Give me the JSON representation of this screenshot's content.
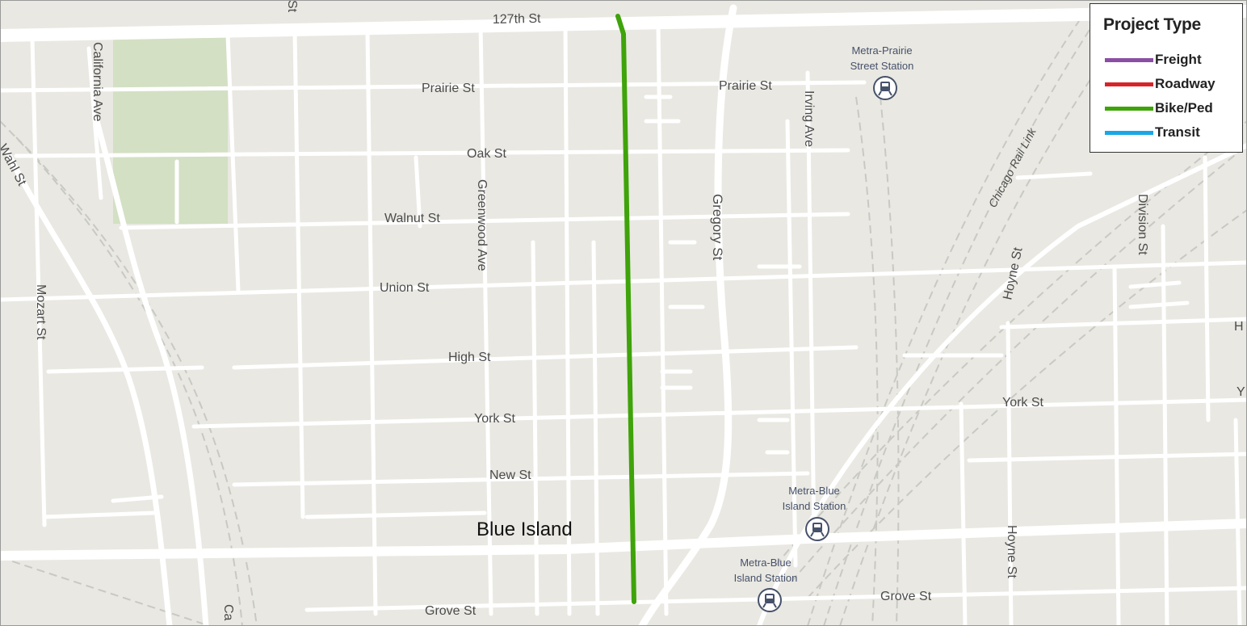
{
  "map": {
    "place_label": "Blue Island",
    "streets": {
      "s127th": "127th St",
      "prairie_west": "Prairie St",
      "prairie_east": "Prairie St",
      "oak": "Oak St",
      "walnut": "Walnut St",
      "union": "Union St",
      "high": "High St",
      "york_west": "York St",
      "york_east": "York St",
      "new": "New St",
      "grove_west": "Grove St",
      "grove_east": "Grove St",
      "california": "California Ave",
      "greenwood": "Greenwood Ave",
      "gregory": "Gregory St",
      "irving": "Irving Ave",
      "hoyne_north": "Hoyne St",
      "hoyne_south": "Hoyne St",
      "division": "Division St",
      "mozart": "Mozart St",
      "wahl": "Wahl St",
      "chicago_rail_link": "Chicago Rail Link",
      "partial_st_top": "St",
      "partial_ca": "Ca",
      "partial_h": "H",
      "partial_y": "Y"
    },
    "stations": [
      {
        "line1": "Metra-Prairie",
        "line2": "Street Station"
      },
      {
        "line1": "Metra-Blue",
        "line2": "Island Station"
      },
      {
        "line1": "Metra-Blue",
        "line2": "Island Station"
      }
    ],
    "colors": {
      "background": "#e9e8e2",
      "street": "#ffffff",
      "park": "#d3e0c3",
      "rail": "#c9c9c4",
      "project_bike_ped": "#3fa30a",
      "station_icon": "#46516a"
    }
  },
  "legend": {
    "title": "Project Type",
    "items": [
      {
        "label": "Freight",
        "color": "#8a4fa3"
      },
      {
        "label": "Roadway",
        "color": "#d6252a"
      },
      {
        "label": "Bike/Ped",
        "color": "#3fa30a"
      },
      {
        "label": "Transit",
        "color": "#1aa7e6"
      }
    ]
  }
}
